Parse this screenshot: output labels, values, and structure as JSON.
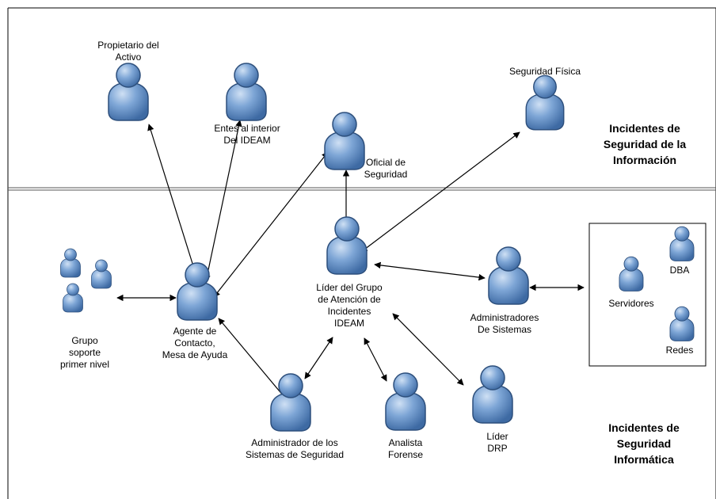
{
  "zones": {
    "top": [
      "Incidentes de",
      "Seguridad de la",
      "Información"
    ],
    "bottom": [
      "Incidentes de",
      "Seguridad",
      "Informática"
    ]
  },
  "actors": {
    "propietario": [
      "Propietario del",
      "Activo"
    ],
    "entes": [
      "Entes al interior",
      "Del IDEAM"
    ],
    "oficial": [
      "Oficial de",
      "Seguridad"
    ],
    "seguridad_fisica": [
      "Seguridad Física"
    ],
    "grupo_soporte": [
      "Grupo",
      "soporte",
      "primer nivel"
    ],
    "agente": [
      "Agente de",
      "Contacto,",
      "Mesa de Ayuda"
    ],
    "lider_grupo": [
      "Líder del Grupo",
      "de Atención de",
      "Incidentes",
      "IDEAM"
    ],
    "admin_sistemas": [
      "Administradores",
      "De Sistemas"
    ],
    "admin_seguridad": [
      "Administrador de los",
      "Sistemas de Seguridad"
    ],
    "analista": [
      "Analista",
      "Forense"
    ],
    "lider_drp": [
      "Líder",
      "DRP"
    ],
    "servidores": [
      "Servidores"
    ],
    "dba": [
      "DBA"
    ],
    "redes": [
      "Redes"
    ]
  },
  "colors": {
    "person_fill": "#6f9bd1",
    "person_stroke": "#2d4f7c",
    "line": "#000000"
  }
}
